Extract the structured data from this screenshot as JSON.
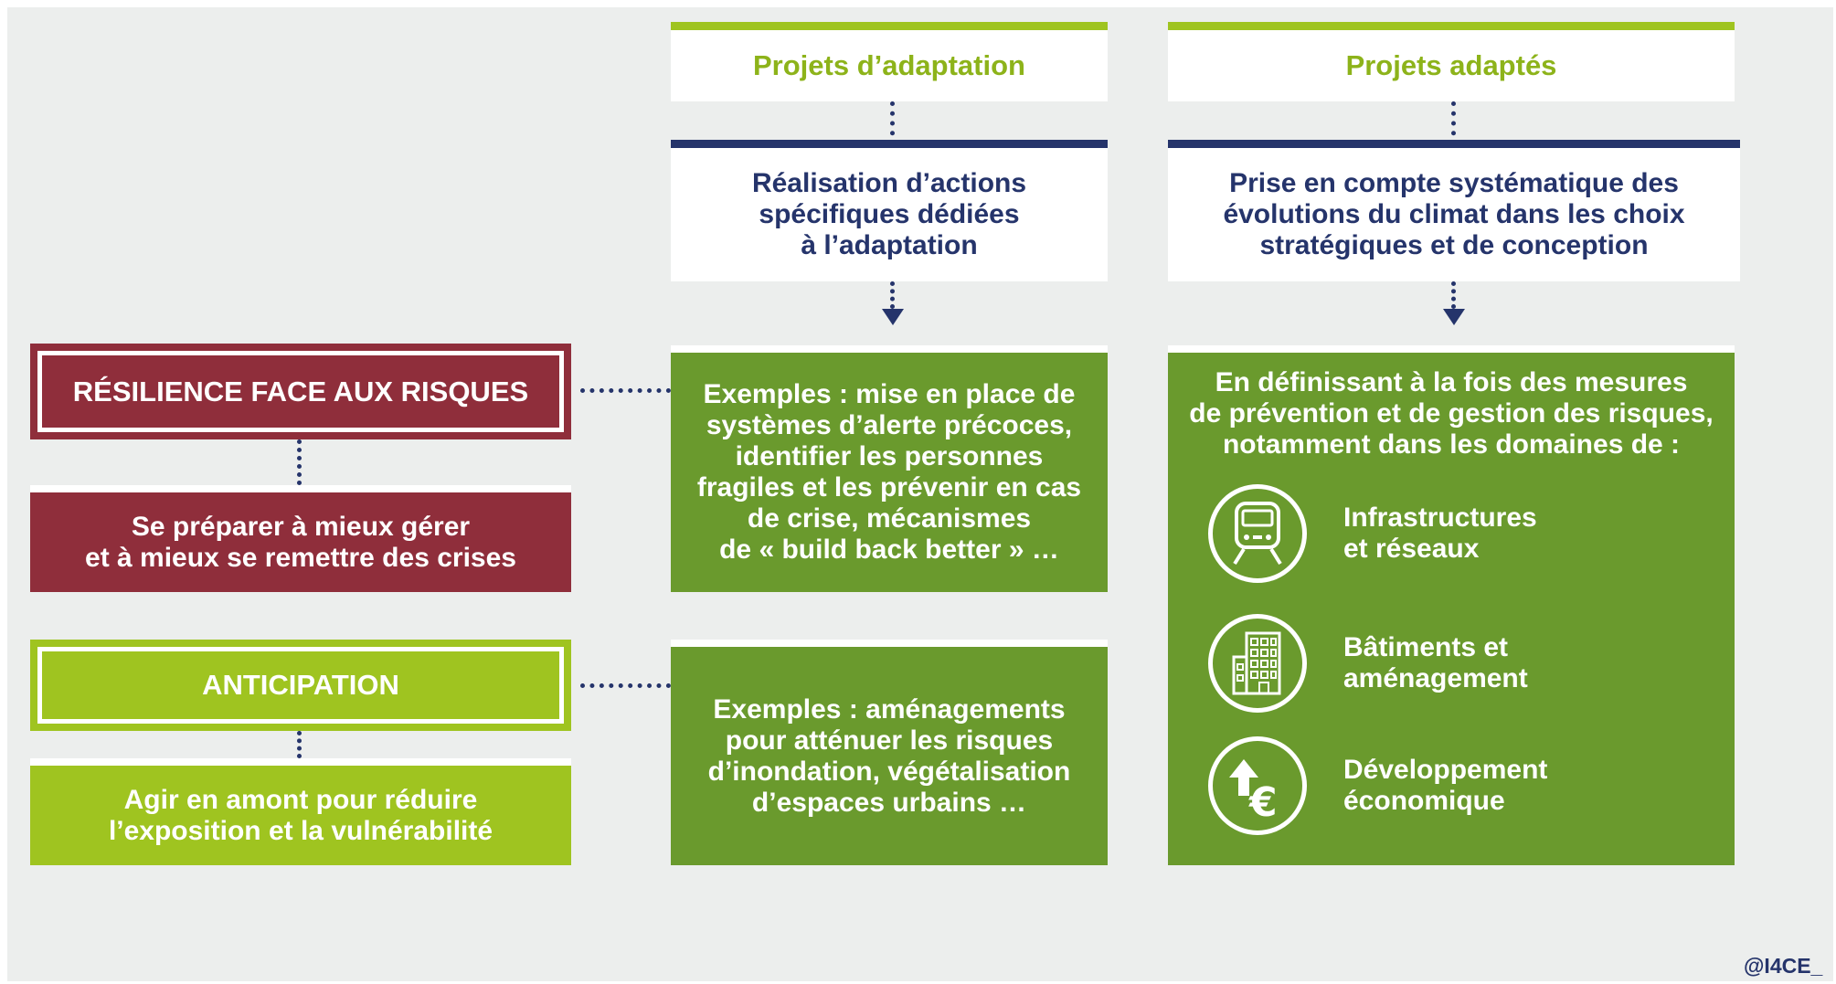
{
  "columns": {
    "adaptation": {
      "title": "Projets d’adaptation",
      "description": "Réalisation d’actions\nspécifiques dédiées\nà l’adaptation"
    },
    "adapted": {
      "title": "Projets adaptés",
      "description": "Prise en compte systématique des\névolutions du climat dans les choix\nstratégiques et de conception"
    }
  },
  "resilience": {
    "title": "RÉSILIENCE FACE AUX RISQUES",
    "description": "Se préparer à mieux gérer\net à mieux se remettre des crises",
    "examples": "Exemples : mise en place de\nsystèmes d’alerte précoces,\nidentifier les personnes\nfragiles et les prévenir en cas\nde crise, mécanismes\nde « build back better » …"
  },
  "anticipation": {
    "title": "ANTICIPATION",
    "description": "Agir en amont pour réduire\nl’exposition et la vulnérabilité",
    "examples": "Exemples : aménagements\npour atténuer les risques\nd’inondation, végétalisation\nd’espaces urbains …"
  },
  "adapted_box": {
    "intro": "En définissant à la fois des mesures\nde prévention et de gestion des risques,\nnotamment dans les domaines de :",
    "domains": [
      {
        "icon": "train-icon",
        "label": "Infrastructures\net réseaux"
      },
      {
        "icon": "building-icon",
        "label": "Bâtiments et\naménagement"
      },
      {
        "icon": "euro-growth-icon",
        "label": "Développement\néconomique"
      }
    ]
  },
  "credit": "@I4CE_",
  "colors": {
    "navy": "#25346b",
    "lime": "#9fc420",
    "green": "#6a9a2d",
    "burgundy": "#8f2e3b",
    "background": "#eceeed"
  }
}
